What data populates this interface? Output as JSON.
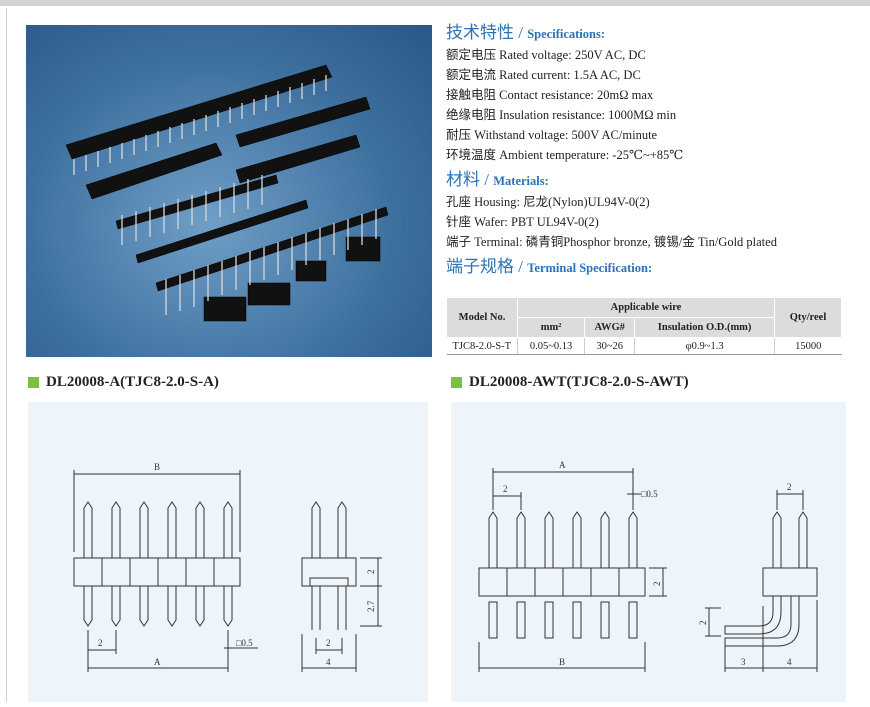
{
  "specifications": {
    "title_cn": "技术特性",
    "title_en": "Specifications:",
    "items": [
      {
        "cn": "额定电压",
        "en": "Rated voltage:",
        "value": "250V AC, DC"
      },
      {
        "cn": "额定电流",
        "en": "Rated current:",
        "value": "1.5A AC, DC"
      },
      {
        "cn": "接触电阻",
        "en": "Contact resistance:",
        "value": "20mΩ max"
      },
      {
        "cn": "绝缘电阻",
        "en": "Insulation resistance:",
        "value": "1000MΩ min"
      },
      {
        "cn": "耐压",
        "en": "Withstand voltage:",
        "value": "500V AC/minute"
      },
      {
        "cn": "环境温度",
        "en": "Ambient temperature:",
        "value": "-25℃~+85℃"
      }
    ]
  },
  "materials": {
    "title_cn": "材料",
    "title_en": "Materials:",
    "items": [
      {
        "cn": "孔座",
        "en": "Housing:",
        "value": "尼龙(Nylon)UL94V-0(2)"
      },
      {
        "cn": "针座",
        "en": "Wafer:",
        "value": "PBT UL94V-0(2)"
      },
      {
        "cn": "端子",
        "en": "Terminal:",
        "value": "磷青铜Phosphor bronze, 镀锡/金 Tin/Gold plated"
      }
    ]
  },
  "terminal_spec": {
    "title_cn": "端子规格",
    "title_en": "Terminal Specification:",
    "headers": {
      "model": "Model No.",
      "applicable": "Applicable wire",
      "qty": "Qty/reel",
      "mm2": "mm²",
      "awg": "AWG#",
      "od": "Insulation O.D.(mm)"
    },
    "rows": [
      {
        "model": "TJC8-2.0-S-T",
        "mm2": "0.05~0.13",
        "awg": "30~26",
        "od": "φ0.9~1.3",
        "qty": "15000"
      }
    ]
  },
  "drawings": {
    "left_title": "DL20008-A(TJC8-2.0-S-A)",
    "right_title": "DL20008-AWT(TJC8-2.0-S-AWT)",
    "dims": {
      "A": "A",
      "B": "B",
      "two": "2",
      "sq": "□0.5",
      "four": "4",
      "three": "3",
      "h27": "2.7"
    }
  }
}
